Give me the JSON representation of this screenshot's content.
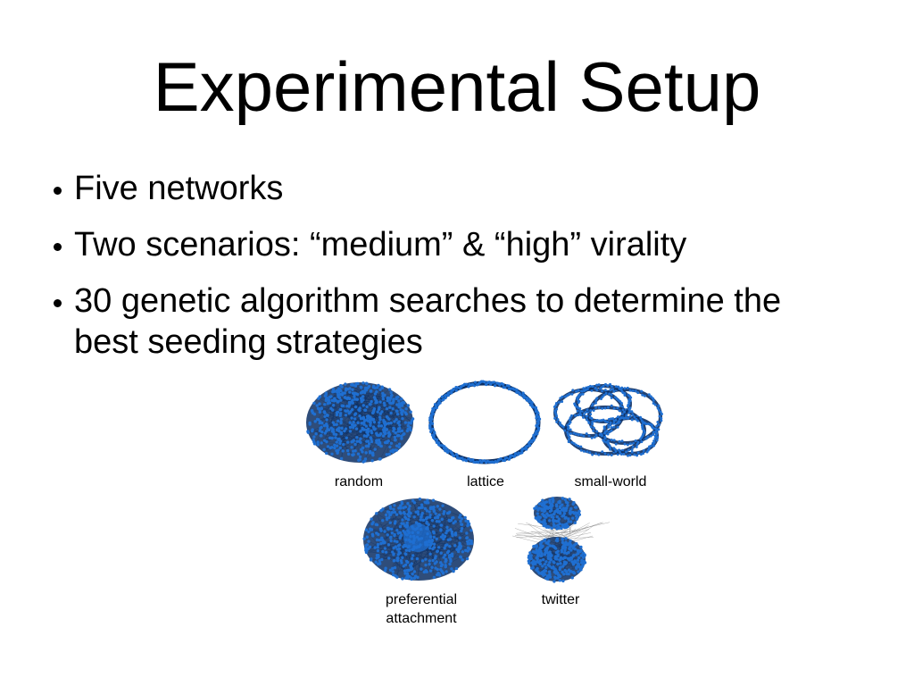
{
  "slide": {
    "title": "Experimental Setup",
    "bullets": [
      "Five networks",
      "Two scenarios: “medium” & “high” virality",
      "30 genetic algorithm searches to determine the best seeding strategies"
    ]
  },
  "figure": {
    "networks": [
      {
        "label_line1": "random",
        "label_line2": "",
        "icon": "random-network-graph"
      },
      {
        "label_line1": "lattice",
        "label_line2": "",
        "icon": "lattice-ring-graph"
      },
      {
        "label_line1": "small-world",
        "label_line2": "",
        "icon": "small-world-network-graph"
      },
      {
        "label_line1": "preferential",
        "label_line2": "attachment",
        "icon": "preferential-attachment-network-graph"
      },
      {
        "label_line1": "twitter",
        "label_line2": "",
        "icon": "twitter-network-graph"
      }
    ],
    "colors": {
      "node_blue": "#1f6fd1",
      "node_dark": "#0b2e63",
      "edge_gray": "#8a8a8a"
    }
  }
}
